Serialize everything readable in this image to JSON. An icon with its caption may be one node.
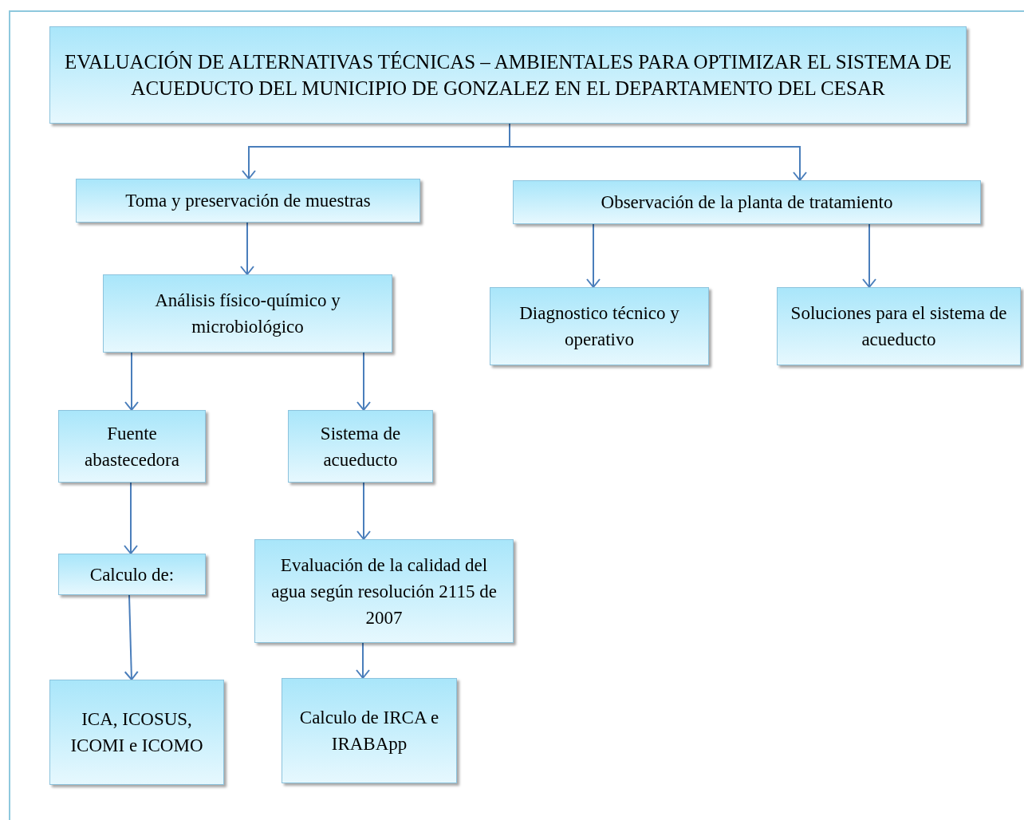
{
  "diagram": {
    "nodes": [
      {
        "text": [
          "EVALUACIÓN DE ALTERNATIVAS TÉCNICAS – AMBIENTALES PARA OPTIMIZAR EL SISTEMA DE ACUEDUCTO DEL MUNICIPIO DE GONZALEZ EN EL DEPARTAMENTO DEL CESAR"
        ]
      },
      {
        "text": [
          "Toma y preservación de muestras"
        ]
      },
      {
        "text": [
          "Observación de la planta de tratamiento"
        ]
      },
      {
        "text": [
          "Análisis físico-químico y microbiológico"
        ]
      },
      {
        "text": [
          "Diagnostico técnico y operativo"
        ]
      },
      {
        "text": [
          "Soluciones para el sistema de acueducto"
        ]
      },
      {
        "text": [
          "Fuente abastecedora"
        ]
      },
      {
        "text": [
          "Sistema de acueducto"
        ]
      },
      {
        "text": [
          "Calculo de:"
        ]
      },
      {
        "text": [
          "Evaluación de la calidad del agua según resolución 2115 de 2007"
        ]
      },
      {
        "text": [
          "ICA, ICOSUS, ICOMI e ICOMO"
        ]
      },
      {
        "text": [
          "Calculo de IRCA e IRABApp"
        ]
      }
    ],
    "edges": [
      {
        "from": 0,
        "to": 1,
        "arrow": "to"
      },
      {
        "from": 0,
        "to": 2,
        "arrow": "to"
      },
      {
        "from": 1,
        "to": 3,
        "arrow": "to"
      },
      {
        "from": 2,
        "to": 4,
        "arrow": "to"
      },
      {
        "from": 2,
        "to": 5,
        "arrow": "to"
      },
      {
        "from": 3,
        "to": 6,
        "arrow": "to"
      },
      {
        "from": 3,
        "to": 7,
        "arrow": "to"
      },
      {
        "from": 6,
        "to": 8,
        "arrow": "to"
      },
      {
        "from": 7,
        "to": 9,
        "arrow": "to"
      },
      {
        "from": 8,
        "to": 10,
        "arrow": "to"
      },
      {
        "from": 9,
        "to": 11,
        "arrow": "to"
      }
    ]
  }
}
